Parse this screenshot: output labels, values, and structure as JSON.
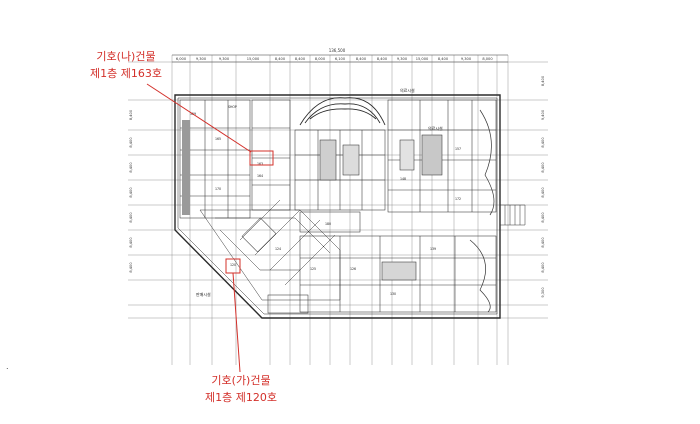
{
  "plan": {
    "total_dimension": "136,500",
    "top_dimensions": [
      "6,000",
      "9,300",
      "9,300",
      "15,000",
      "8,400",
      "8,400",
      "8,000",
      "6,100",
      "8,400",
      "8,400",
      "9,300",
      "15,000",
      "8,400",
      "9,300",
      "8,000"
    ],
    "right_dimensions": [
      "8,400",
      "9,400",
      "8,400",
      "8,400",
      "8,400",
      "8,400",
      "8,400",
      "8,400",
      "9,300"
    ],
    "left_dimensions": [
      "8,400",
      "8,400",
      "8,400",
      "8,400",
      "8,400",
      "8,400",
      "8,400"
    ],
    "room_labels": {
      "utility_top": "의료시설",
      "utility_right": "의료시설",
      "amenity_left": "판매시설",
      "shop": "SHOP",
      "r1": "159",
      "r2": "163",
      "r3": "164",
      "r4": "165",
      "r5": "170",
      "r6": "120",
      "r7": "124",
      "r8": "125",
      "r9": "126",
      "r10": "130",
      "r11": "139",
      "r12": "148",
      "r13": "157",
      "r14": "172",
      "r15": "180"
    },
    "colors": {
      "linework": "#2b2b2b",
      "highlight": "#d3302a",
      "grid": "#6a6a6a"
    }
  },
  "callouts": {
    "top": {
      "line1": "기호(나)건물",
      "line2": "제1층 제163호"
    },
    "bottom": {
      "line1": "기호(가)건물",
      "line2": "제1층 제120호"
    }
  },
  "page_marker": "."
}
